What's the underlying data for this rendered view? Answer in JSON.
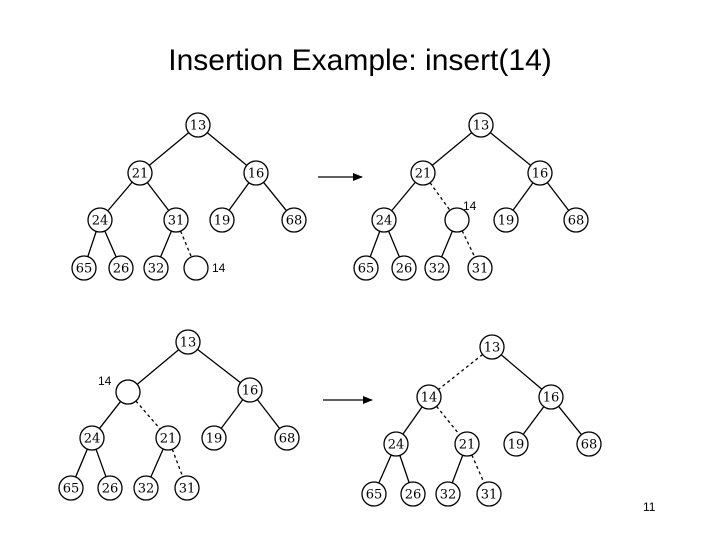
{
  "slide": {
    "title": "Insertion Example: insert(14)",
    "page_number": "11"
  },
  "diagram": {
    "trees": [
      {
        "id": "step-1",
        "nodes": [
          {
            "id": "n13",
            "label": "13"
          },
          {
            "id": "n21",
            "label": "21"
          },
          {
            "id": "n16",
            "label": "16"
          },
          {
            "id": "n24",
            "label": "24"
          },
          {
            "id": "n31",
            "label": "31"
          },
          {
            "id": "n19",
            "label": "19"
          },
          {
            "id": "n68",
            "label": "68"
          },
          {
            "id": "n65",
            "label": "65"
          },
          {
            "id": "n26",
            "label": "26"
          },
          {
            "id": "n32",
            "label": "32"
          },
          {
            "id": "hole",
            "label": ""
          }
        ],
        "edges": [
          {
            "from": "n13",
            "to": "n21",
            "style": "solid"
          },
          {
            "from": "n13",
            "to": "n16",
            "style": "solid"
          },
          {
            "from": "n21",
            "to": "n24",
            "style": "solid"
          },
          {
            "from": "n21",
            "to": "n31",
            "style": "solid"
          },
          {
            "from": "n16",
            "to": "n19",
            "style": "solid"
          },
          {
            "from": "n16",
            "to": "n68",
            "style": "solid"
          },
          {
            "from": "n24",
            "to": "n65",
            "style": "solid"
          },
          {
            "from": "n24",
            "to": "n26",
            "style": "solid"
          },
          {
            "from": "n31",
            "to": "n32",
            "style": "solid"
          },
          {
            "from": "n31",
            "to": "hole",
            "style": "dashed"
          }
        ],
        "floating_label": "14"
      },
      {
        "id": "step-2",
        "nodes": [
          {
            "id": "n13",
            "label": "13"
          },
          {
            "id": "n21",
            "label": "21"
          },
          {
            "id": "n16",
            "label": "16"
          },
          {
            "id": "n24",
            "label": "24"
          },
          {
            "id": "hole",
            "label": ""
          },
          {
            "id": "n19",
            "label": "19"
          },
          {
            "id": "n68",
            "label": "68"
          },
          {
            "id": "n65",
            "label": "65"
          },
          {
            "id": "n26",
            "label": "26"
          },
          {
            "id": "n32",
            "label": "32"
          },
          {
            "id": "n31",
            "label": "31"
          }
        ],
        "edges": [
          {
            "from": "n13",
            "to": "n21",
            "style": "solid"
          },
          {
            "from": "n13",
            "to": "n16",
            "style": "solid"
          },
          {
            "from": "n21",
            "to": "n24",
            "style": "solid"
          },
          {
            "from": "n21",
            "to": "hole",
            "style": "dashed"
          },
          {
            "from": "n16",
            "to": "n19",
            "style": "solid"
          },
          {
            "from": "n16",
            "to": "n68",
            "style": "solid"
          },
          {
            "from": "n24",
            "to": "n65",
            "style": "solid"
          },
          {
            "from": "n24",
            "to": "n26",
            "style": "solid"
          },
          {
            "from": "hole",
            "to": "n32",
            "style": "solid"
          },
          {
            "from": "hole",
            "to": "n31",
            "style": "dashed"
          }
        ],
        "floating_label": "14"
      },
      {
        "id": "step-3",
        "nodes": [
          {
            "id": "n13",
            "label": "13"
          },
          {
            "id": "hole",
            "label": ""
          },
          {
            "id": "n16",
            "label": "16"
          },
          {
            "id": "n24",
            "label": "24"
          },
          {
            "id": "n21",
            "label": "21"
          },
          {
            "id": "n19",
            "label": "19"
          },
          {
            "id": "n68",
            "label": "68"
          },
          {
            "id": "n65",
            "label": "65"
          },
          {
            "id": "n26",
            "label": "26"
          },
          {
            "id": "n32",
            "label": "32"
          },
          {
            "id": "n31",
            "label": "31"
          }
        ],
        "edges": [
          {
            "from": "n13",
            "to": "hole",
            "style": "solid"
          },
          {
            "from": "n13",
            "to": "n16",
            "style": "solid"
          },
          {
            "from": "hole",
            "to": "n24",
            "style": "solid"
          },
          {
            "from": "hole",
            "to": "n21",
            "style": "dashed"
          },
          {
            "from": "n16",
            "to": "n19",
            "style": "solid"
          },
          {
            "from": "n16",
            "to": "n68",
            "style": "solid"
          },
          {
            "from": "n24",
            "to": "n65",
            "style": "solid"
          },
          {
            "from": "n24",
            "to": "n26",
            "style": "solid"
          },
          {
            "from": "n21",
            "to": "n32",
            "style": "solid"
          },
          {
            "from": "n21",
            "to": "n31",
            "style": "dashed"
          }
        ],
        "floating_label": "14"
      },
      {
        "id": "step-4",
        "nodes": [
          {
            "id": "n13",
            "label": "13"
          },
          {
            "id": "n14",
            "label": "14"
          },
          {
            "id": "n16",
            "label": "16"
          },
          {
            "id": "n24",
            "label": "24"
          },
          {
            "id": "n21",
            "label": "21"
          },
          {
            "id": "n19",
            "label": "19"
          },
          {
            "id": "n68",
            "label": "68"
          },
          {
            "id": "n65",
            "label": "65"
          },
          {
            "id": "n26",
            "label": "26"
          },
          {
            "id": "n32",
            "label": "32"
          },
          {
            "id": "n31",
            "label": "31"
          }
        ],
        "edges": [
          {
            "from": "n13",
            "to": "n14",
            "style": "dashed"
          },
          {
            "from": "n13",
            "to": "n16",
            "style": "solid"
          },
          {
            "from": "n14",
            "to": "n24",
            "style": "solid"
          },
          {
            "from": "n14",
            "to": "n21",
            "style": "dashed"
          },
          {
            "from": "n16",
            "to": "n19",
            "style": "solid"
          },
          {
            "from": "n16",
            "to": "n68",
            "style": "solid"
          },
          {
            "from": "n24",
            "to": "n65",
            "style": "solid"
          },
          {
            "from": "n24",
            "to": "n26",
            "style": "solid"
          },
          {
            "from": "n21",
            "to": "n32",
            "style": "solid"
          },
          {
            "from": "n21",
            "to": "n31",
            "style": "dashed"
          }
        ],
        "floating_label": ""
      }
    ],
    "arrows": [
      {
        "id": "arrow-step1-to-step2"
      },
      {
        "id": "arrow-step3-to-step4"
      }
    ]
  }
}
